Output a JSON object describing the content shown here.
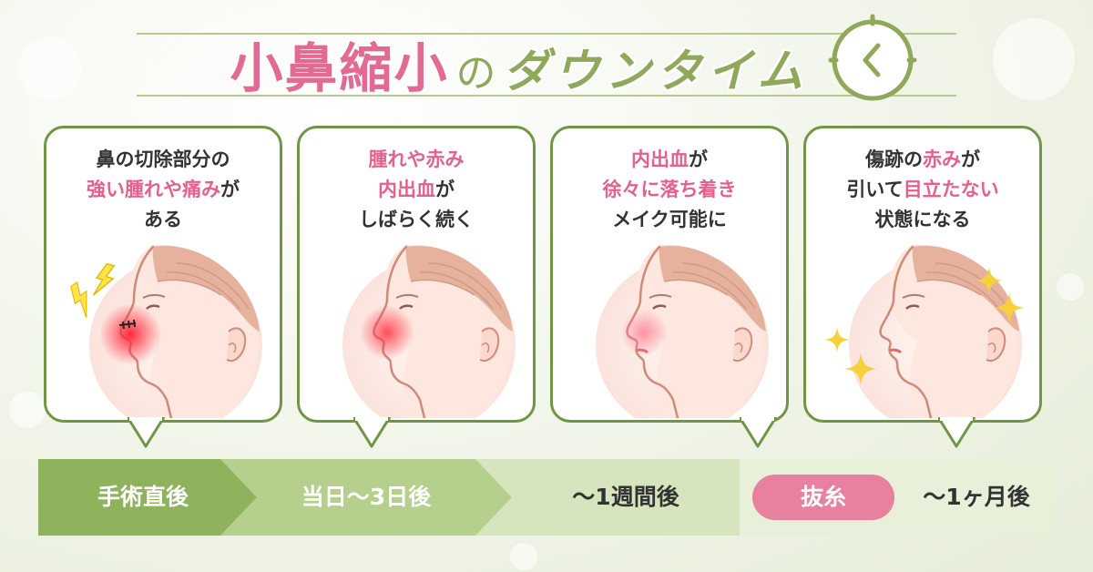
{
  "title": {
    "main": "小鼻縮小",
    "particle": "の",
    "sub": "ダウンタイム"
  },
  "icons": {
    "clock": "clock-icon",
    "spark": "lightning-icon",
    "sparkle": "sparkle-icon"
  },
  "colors": {
    "accent_pink": "#e6608d",
    "accent_green": "#6f9645",
    "timeline_dark": "#8fb25d",
    "timeline_mid": "#b5cf8c",
    "timeline_light": "#d6e5bd",
    "timeline_lightest": "#e8f0d9"
  },
  "cards": [
    {
      "lines": [
        [
          {
            "text": "鼻の切除部分の",
            "pink": false
          }
        ],
        [
          {
            "text": "強い腫れや痛み",
            "pink": true
          },
          {
            "text": "が",
            "pink": false
          }
        ],
        [
          {
            "text": "ある",
            "pink": false
          }
        ]
      ]
    },
    {
      "lines": [
        [
          {
            "text": "腫れや赤み",
            "pink": true
          }
        ],
        [
          {
            "text": "内出血",
            "pink": true
          },
          {
            "text": "が",
            "pink": false
          }
        ],
        [
          {
            "text": "しばらく続く",
            "pink": false
          }
        ]
      ]
    },
    {
      "lines": [
        [
          {
            "text": "内出血",
            "pink": true
          },
          {
            "text": "が",
            "pink": false
          }
        ],
        [
          {
            "text": "徐々に落ち着き",
            "pink": true
          }
        ],
        [
          {
            "text": "メイク可能に",
            "pink": false
          }
        ]
      ]
    },
    {
      "lines": [
        [
          {
            "text": "傷跡の",
            "pink": false
          },
          {
            "text": "赤み",
            "pink": true
          },
          {
            "text": "が",
            "pink": false
          }
        ],
        [
          {
            "text": "引いて",
            "pink": false
          },
          {
            "text": "目立たない",
            "pink": true
          }
        ],
        [
          {
            "text": "状態になる",
            "pink": false
          }
        ]
      ]
    }
  ],
  "timeline": {
    "step1": "手術直後",
    "step2": "当日〜3日後",
    "step3": "〜1週間後",
    "pill": "抜糸",
    "step4": "〜1ヶ月後"
  }
}
